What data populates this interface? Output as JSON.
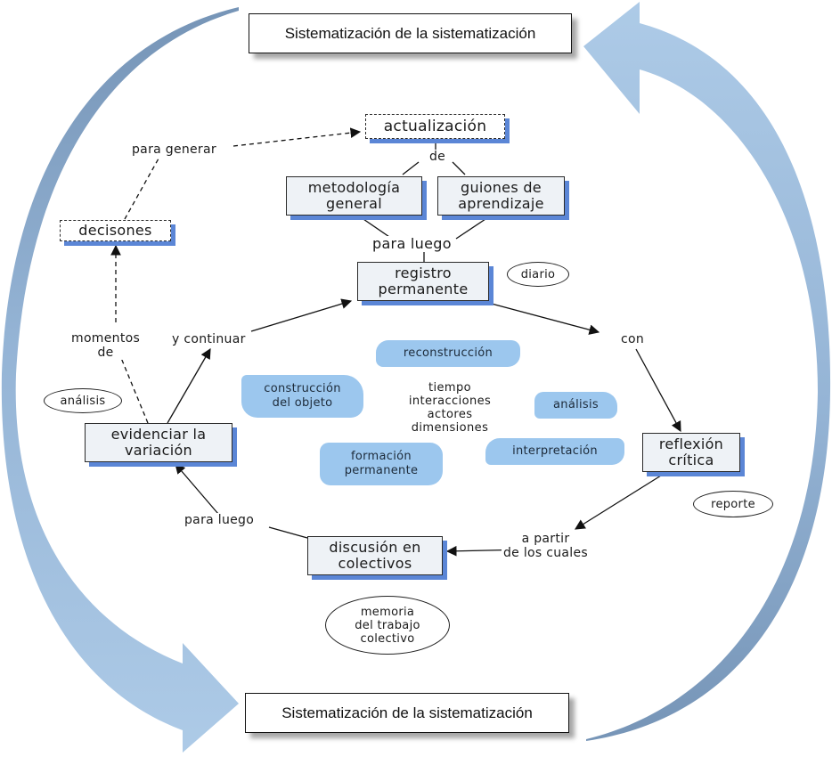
{
  "cycle_titles": {
    "top": "Sistematización de la sistematización",
    "bottom": "Sistematización de la sistematización"
  },
  "nodes": {
    "actualizacion": "actualización",
    "metodologia_line1": "metodología",
    "metodologia_line2": "general",
    "guiones_line1": "guiones de",
    "guiones_line2": "aprendizaje",
    "decisiones": "decisones",
    "registro_line1": "registro",
    "registro_line2": "permanente",
    "reflexion_line1": "reflexión",
    "reflexion_line2": "crítica",
    "discusion_line1": "discusión en",
    "discusion_line2": "colectivos",
    "evidenciar_line1": "evidenciar la",
    "evidenciar_line2": "variación"
  },
  "link_labels": {
    "para_generar": "para generar",
    "de": "de",
    "para_luego_top": "para luego",
    "momentos_line1": "momentos",
    "momentos_line2": "de",
    "y_continuar": "y continuar",
    "con": "con",
    "a_partir_line1": "a partir",
    "a_partir_line2": "de los cuales",
    "para_luego_bottom": "para luego"
  },
  "ovals": {
    "diario": "diario",
    "analisis": "análisis",
    "reporte": "reporte",
    "memoria_line1": "memoria",
    "memoria_line2": "del trabajo",
    "memoria_line3": "colectivo"
  },
  "bubbles": {
    "reconstruccion": "reconstrucción",
    "construccion_line1": "construcción",
    "construccion_line2": "del objeto",
    "analisis": "análisis",
    "interpretacion": "interpretación",
    "formacion_line1": "formación",
    "formacion_line2": "permanente"
  },
  "center_terms": [
    "tiempo",
    "interacciones",
    "actores",
    "dimensiones"
  ],
  "colors": {
    "arrow_light": "#a9c8e6",
    "arrow_dark": "#6f8fb3",
    "node_shadow": "#5b86d6",
    "bubble": "#9cc7ee"
  }
}
